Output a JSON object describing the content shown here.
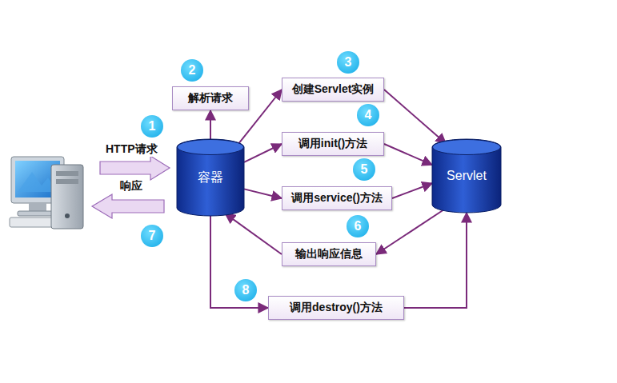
{
  "diagram": {
    "nodes": [
      {
        "text": [
          "解析请求"
        ]
      },
      {
        "text": [
          "创建Servlet实例"
        ]
      },
      {
        "text": [
          "容器"
        ]
      },
      {
        "text": [
          "调用init()方法"
        ]
      },
      {
        "text": [
          "调用service()方法"
        ]
      },
      {
        "text": [
          "Servlet"
        ]
      },
      {
        "text": [
          "输出响应信息"
        ]
      },
      {
        "text": [
          "调用destroy()方法"
        ]
      }
    ],
    "edges": [
      {
        "from": 2,
        "to": 0,
        "arrow": "to"
      },
      {
        "from": 2,
        "to": 1,
        "arrow": "to"
      },
      {
        "from": 1,
        "to": 5,
        "arrow": "to"
      },
      {
        "from": 2,
        "to": 3,
        "arrow": "to"
      },
      {
        "from": 3,
        "to": 5,
        "arrow": "to"
      },
      {
        "from": 2,
        "to": 4,
        "arrow": "to"
      },
      {
        "from": 4,
        "to": 5,
        "arrow": "to"
      },
      {
        "from": 5,
        "to": 6,
        "arrow": "to"
      },
      {
        "from": 6,
        "to": 2,
        "arrow": "to"
      },
      {
        "from": 2,
        "to": 7,
        "arrow": "to"
      },
      {
        "from": 7,
        "to": 5,
        "arrow": "to"
      }
    ],
    "labels": [
      "1",
      "2",
      "3",
      "4",
      "5",
      "6",
      "7",
      "8",
      "HTTP请求",
      "响应"
    ]
  }
}
